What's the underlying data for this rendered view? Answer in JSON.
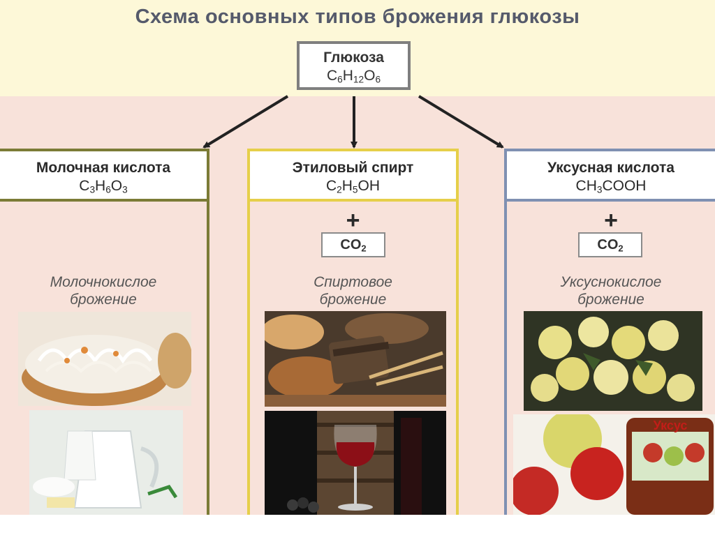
{
  "title": "Схема основных типов брожения глюкозы",
  "glucose": {
    "name": "Глюкоза",
    "formula_parts": [
      "C",
      "6",
      "H",
      "12",
      "O",
      "6"
    ]
  },
  "columns": [
    {
      "name": "Молочная кислота",
      "formula_parts": [
        "C",
        "3",
        "H",
        "6",
        "O",
        "3"
      ],
      "has_co2": false,
      "process_line1": "Молочнокислое",
      "process_line2": "брожение",
      "photos": [
        "sauerkraut-photo",
        "milk-jug-photo"
      ]
    },
    {
      "name": "Этиловый спирт",
      "formula_parts": [
        "C",
        "2",
        "H",
        "5",
        "OH",
        ""
      ],
      "has_co2": true,
      "plus": "+",
      "co2_parts": [
        "CO",
        "2"
      ],
      "process_line1": "Спиртовое",
      "process_line2": "брожение",
      "photos": [
        "bread-photo",
        "wine-glass-photo"
      ]
    },
    {
      "name": "Уксусная кислота",
      "formula_parts": [
        "CH",
        "3",
        "COOH",
        "",
        "",
        ""
      ],
      "has_co2": true,
      "plus": "+",
      "co2_parts": [
        "CO",
        "2"
      ],
      "process_line1": "Уксуснокислое",
      "process_line2": "брожение",
      "photos": [
        "pickled-apples-photo",
        "vinegar-apples-photo"
      ],
      "vinegar_label": "Уксус"
    }
  ],
  "colors": {
    "title_text": "#555a6b",
    "top_band": "#fdf8d8",
    "main_band": "#f8e2da",
    "glucose_border": "#7f7f7f",
    "col1_border": "#7b7b36",
    "col2_border": "#e6cf4a",
    "col3_border": "#7f90b2"
  }
}
